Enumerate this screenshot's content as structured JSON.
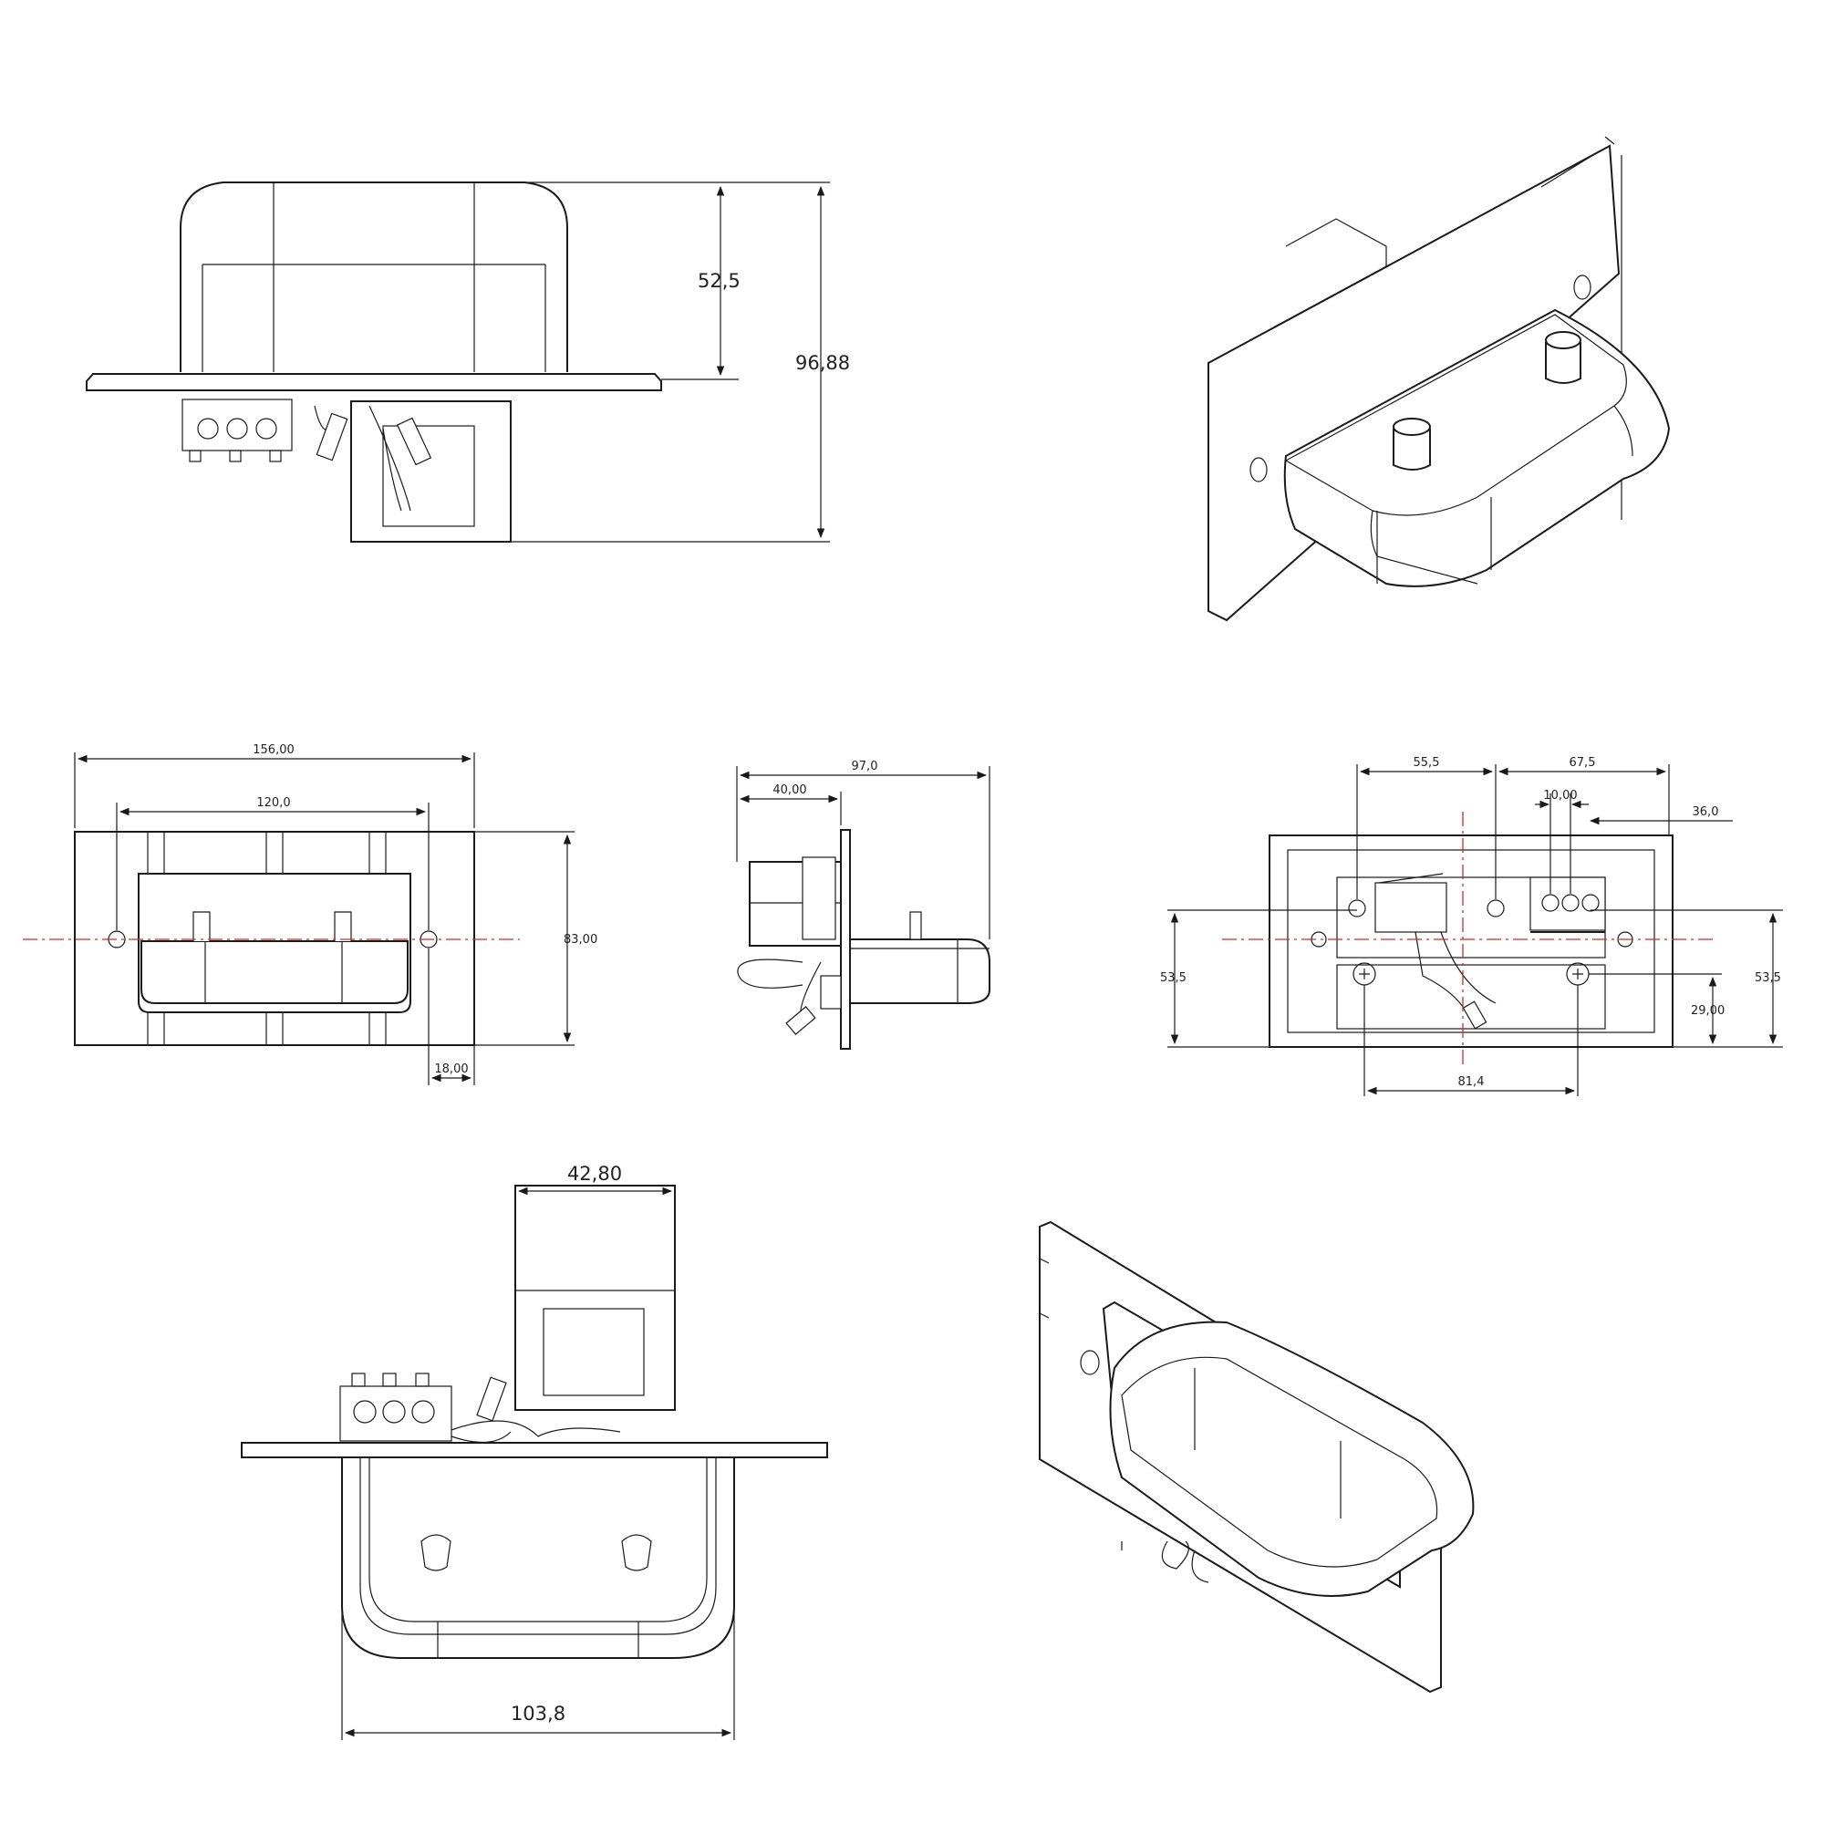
{
  "dimensions": {
    "front_height_body": "52,5",
    "front_height_total": "96,88",
    "plate_width": "156,00",
    "mount_spacing": "120,0",
    "plate_height": "83,00",
    "edge_offset": "18,00",
    "side_depth": "97,0",
    "side_depth_front": "40,00",
    "rear_left": "55,5",
    "rear_right": "67,5",
    "terminal_pitch": "10,00",
    "terminal_offset": "36,0",
    "rear_height_left": "53,5",
    "rear_height_right": "53,5",
    "rear_lower": "29,00",
    "rear_spacing": "81,4",
    "top_box_width": "42,80",
    "top_body_width": "103,8"
  },
  "colors": {
    "line": "#1a1a1a",
    "centerline": "#d12b2b",
    "background": "#ffffff"
  }
}
